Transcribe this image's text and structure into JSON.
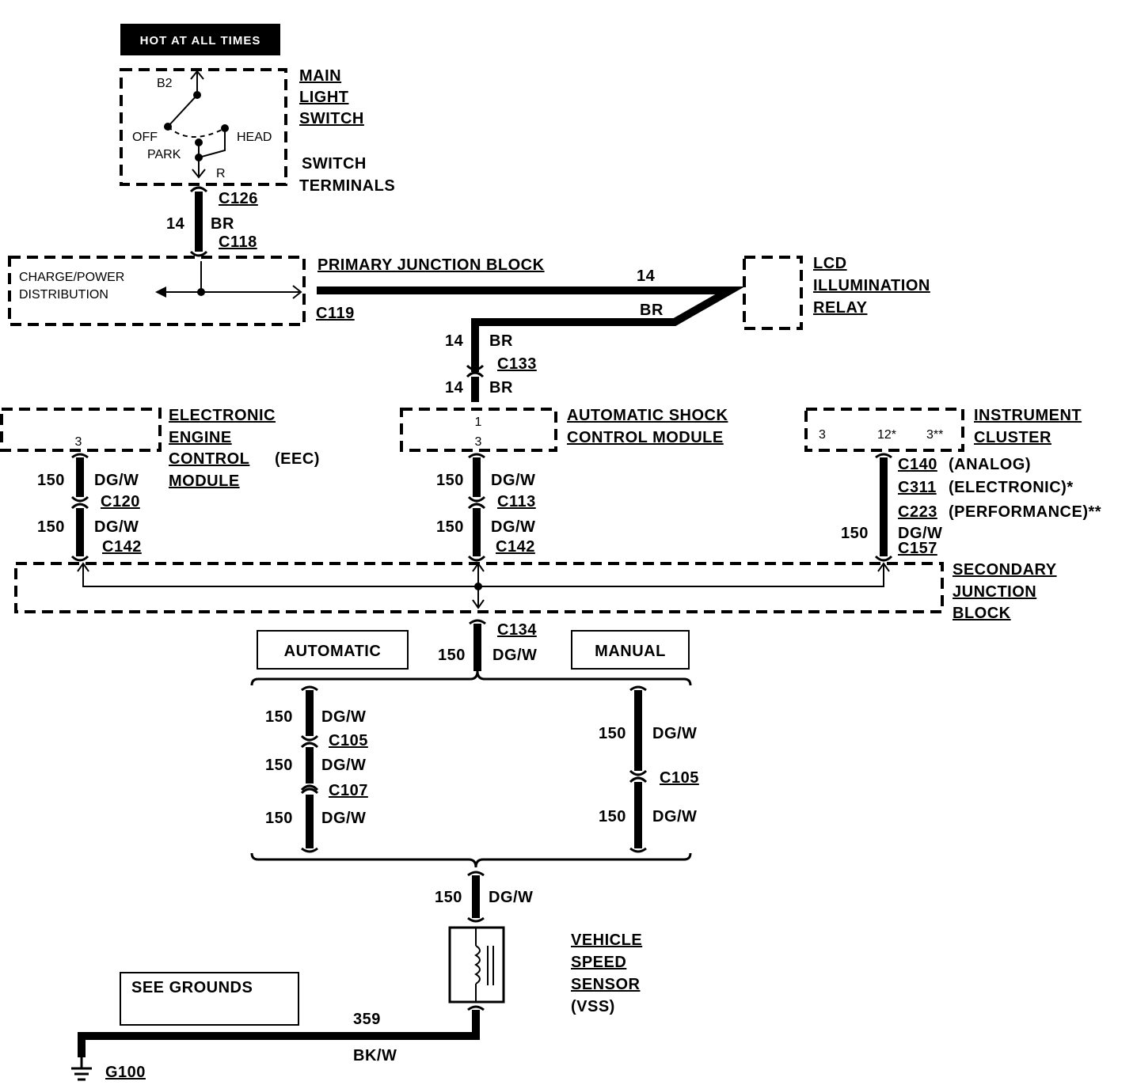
{
  "banner": "HOT AT ALL TIMES",
  "main_light_switch": {
    "name_lines": [
      "MAIN",
      "LIGHT",
      "SWITCH"
    ],
    "terminals_lines": [
      "SWITCH",
      "TERMINALS"
    ],
    "b2": "B2",
    "off": "OFF",
    "park": "PARK",
    "head": "HEAD",
    "r": "R"
  },
  "c126": "C126",
  "c118": "C118",
  "wire_14": "14",
  "wire_br": "BR",
  "primary_jb": {
    "title": "PRIMARY JUNCTION BLOCK",
    "charge_lines": [
      "CHARGE/POWER",
      "DISTRIBUTION"
    ],
    "c119": "C119"
  },
  "lcd_relay_lines": [
    "LCD",
    "ILLUMINATION",
    "RELAY"
  ],
  "c133": "C133",
  "eec": {
    "lines": [
      "ELECTRONIC",
      "ENGINE",
      "CONTROL"
    ],
    "control_suffix": "(EEC)",
    "module": "MODULE",
    "pin": "3"
  },
  "shock": {
    "lines": [
      "AUTOMATIC SHOCK",
      "CONTROL MODULE"
    ],
    "pin1": "1",
    "pin3": "3"
  },
  "cluster": {
    "lines": [
      "INSTRUMENT",
      "CLUSTER"
    ],
    "pin_a": "3",
    "pin_b": "12*",
    "pin_c": "3**"
  },
  "wire_150": "150",
  "wire_dgw": "DG/W",
  "c120": "C120",
  "c142": "C142",
  "c113": "C113",
  "c140": "C140",
  "c140_note": "(ANALOG)",
  "c311": "C311",
  "c311_note": "(ELECTRONIC)*",
  "c223": "C223",
  "c223_note": "(PERFORMANCE)**",
  "c157": "C157",
  "secondary_jb_lines": [
    "SECONDARY",
    "JUNCTION",
    "BLOCK"
  ],
  "c134": "C134",
  "automatic": "AUTOMATIC",
  "manual": "MANUAL",
  "c105": "C105",
  "c107": "C107",
  "vss_lines": [
    "VEHICLE",
    "SPEED",
    "SENSOR"
  ],
  "vss_abbr": "(VSS)",
  "see_grounds": "SEE GROUNDS",
  "wire_359": "359",
  "wire_bkw": "BK/W",
  "g100": "G100"
}
